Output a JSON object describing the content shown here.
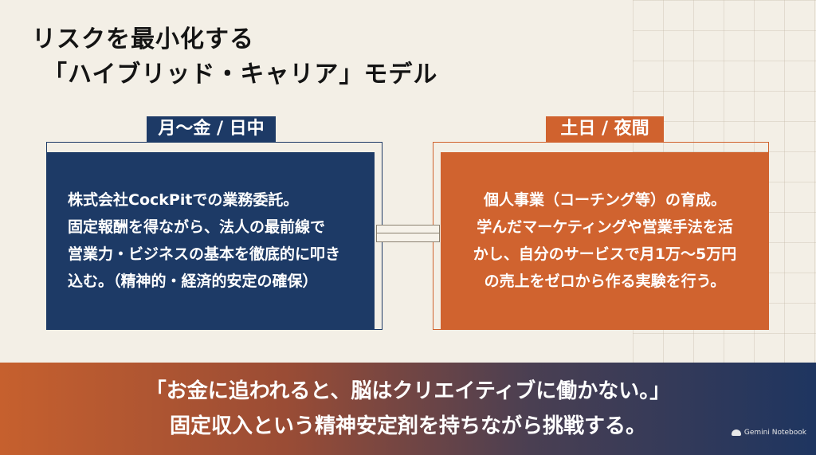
{
  "title": {
    "line1": "リスクを最小化する",
    "line2": "「ハイブリッド・キャリア」モデル"
  },
  "left": {
    "tag": "月〜金 / 日中",
    "lines": [
      "株式会社CockPitでの業務委託。",
      "固定報酬を得ながら、法人の最前線で",
      "営業力・ビジネスの基本を徹底的に叩き",
      "込む。（精神的・経済的安定の確保）"
    ]
  },
  "right": {
    "tag": "土日 / 夜間",
    "lines": [
      "個人事業（コーチング等）の育成。",
      "学んだマーケティングや営業手法を活",
      "かし、自分のサービスで月1万〜5万円",
      "の売上をゼロから作る実験を行う。"
    ]
  },
  "banner": {
    "line1": "「お金に追われると、脳はクリエイティブに働かない。」",
    "line2": "固定収入という精神安定剤を持ちながら挑戦する。"
  },
  "credit": "Gemini Notebook",
  "colors": {
    "navy": "#1d3a66",
    "orange": "#d0622e",
    "background": "#f3efe6"
  }
}
